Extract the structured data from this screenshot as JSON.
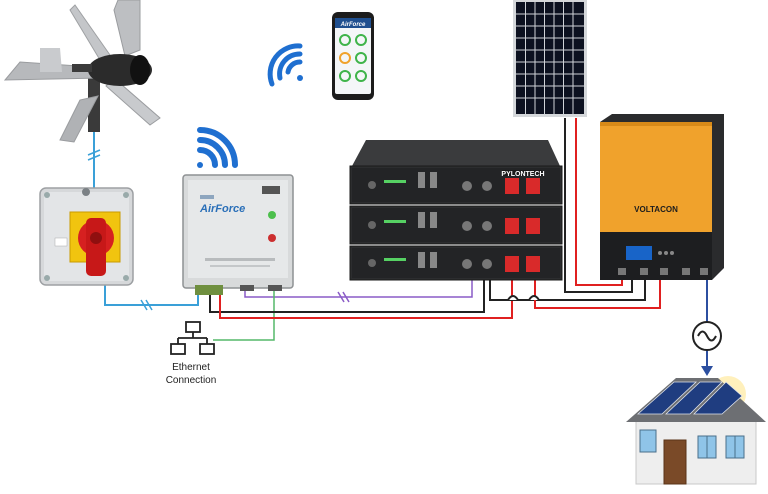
{
  "controller": {
    "brand": "AirForce"
  },
  "phone": {
    "brand": "AirForce"
  },
  "battery": {
    "brand": "PYLONTECH"
  },
  "inverter": {
    "brand": "VOLTACON"
  },
  "ethernet": {
    "line1": "Ethernet",
    "line2": "Connection"
  },
  "icons": [
    "wind-turbine-icon",
    "isolator-switch-icon",
    "wifi-icon",
    "smartphone-icon",
    "network-icon",
    "solar-panel-icon",
    "ac-source-icon",
    "house-icon"
  ],
  "colors": {
    "ethernet_line": "#55b96a",
    "wind_line": "#3aa0d8",
    "comm_line": "#8a5bc7",
    "positive_line": "#e02020",
    "negative_line": "#222222",
    "inverter_orange": "#f0a22c",
    "wifi_blue": "#1f6fd0"
  }
}
